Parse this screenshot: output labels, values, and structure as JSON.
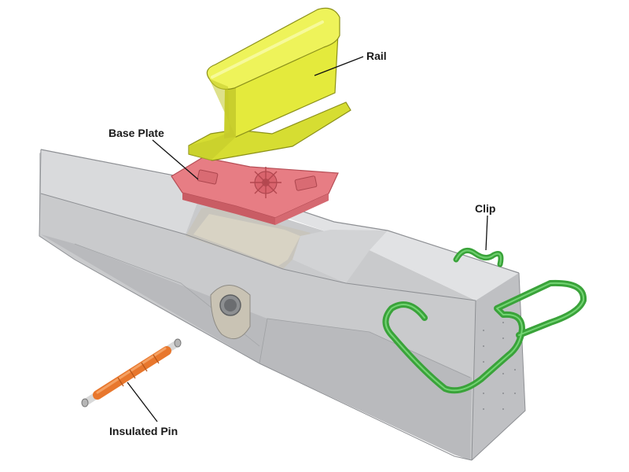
{
  "labels": {
    "rail": "Rail",
    "base_plate": "Base Plate",
    "clip": "Clip",
    "insulated_pin": "Insulated Pin"
  },
  "colors": {
    "rail": "#e4ea3c",
    "base_plate": "#e77d84",
    "clip": "#3aa33a",
    "insulated_pin": "#e8772d",
    "sleeper": "#d6d7d9"
  }
}
